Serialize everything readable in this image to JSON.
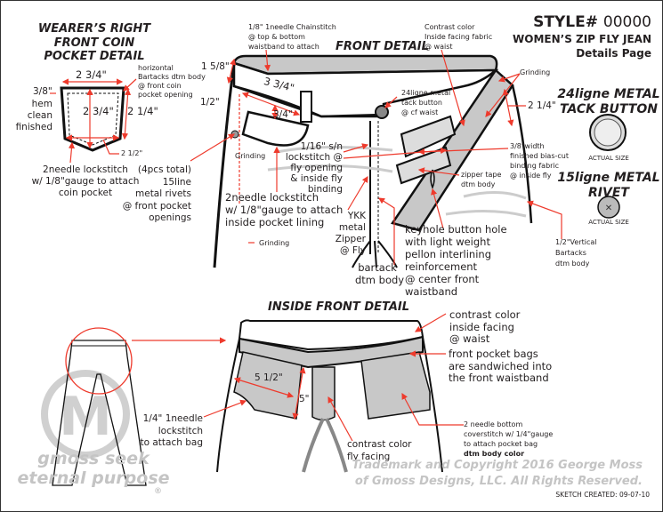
{
  "header": {
    "style_label": "STYLE#",
    "style_number": "00000",
    "product": "WOMEN’S ZIP FLY JEAN",
    "page": "Details Page"
  },
  "coin_pocket": {
    "title": [
      "WEARER’S RIGHT",
      "FRONT COIN",
      "POCKET DETAIL"
    ],
    "dim_top": "2 3/4\"",
    "dim_center": "2 3/4\"",
    "dim_side": "2 1/4\"",
    "dim_bottom": "2 1/2\"",
    "dim_hem": "3/8\"",
    "hem_note": [
      "hem",
      "clean",
      "finished"
    ],
    "bartack_note": [
      "horizontal",
      "Bartacks dtm body",
      "@ front coin",
      "pocket opening"
    ],
    "stitch_note": [
      "2needle lockstitch",
      "w/ 1/8\"gauge to attach",
      "coin pocket"
    ]
  },
  "front_detail": {
    "title": "FRONT DETAIL",
    "chainstitch_note": [
      "1/8\" 1needle Chainstitch",
      "@ top & bottom",
      "waistband to attach"
    ],
    "contrast_note": [
      "Contrast color",
      "Inside facing fabric",
      "@ waist"
    ],
    "dim_waistband": "1 5/8\"",
    "dim_half": "1/2\"",
    "dim_pocket_opening": "3 3/4\"",
    "dim_three_quarter": "3/4\"",
    "tack_button_note": [
      "24ligne metal",
      "tack button",
      "@ cf waist"
    ],
    "grinding_labels": [
      "Grinding",
      "Grinding",
      "Grinding"
    ],
    "dim_fly": "2 1/4\"",
    "binding_note": [
      "3/8\"width",
      "finished bias-cut",
      " binding fabric",
      "@ inside fly"
    ],
    "zipper_tape_note": [
      "zipper tape",
      "dtm body"
    ],
    "vertical_bartack_note": [
      "1/2\"Vertical",
      "Bartacks",
      "dtm body"
    ],
    "keyhole_note": [
      "keyhole button hole",
      "with light weight",
      "pellon interlining",
      "reinforcement",
      "@ center front",
      "waistband"
    ],
    "bartack_note": [
      "bartack",
      "dtm body"
    ],
    "zipper_note": [
      "YKK",
      "metal",
      "Zipper",
      "@ Fly"
    ],
    "lockstitch_note": [
      "1/16\" s/n",
      "lockstitch @",
      "fly opening",
      "& inside fly",
      "binding"
    ],
    "pocket_lining_note": [
      "2needle lockstitch",
      "w/ 1/8\"gauge to attach",
      "inside pocket lining"
    ],
    "rivets_note": [
      "(4pcs total)",
      "15line",
      "metal rivets",
      "@ front pocket",
      "openings"
    ]
  },
  "hardware": {
    "button_title": [
      "24ligne METAL",
      "TACK BUTTON"
    ],
    "button_size": "ACTUAL SIZE",
    "rivet_title": [
      "15ligne METAL",
      "RIVET"
    ],
    "rivet_size": "ACTUAL SIZE"
  },
  "inside_detail": {
    "title": "INSIDE FRONT DETAIL",
    "facing_note": [
      "contrast color",
      "inside facing",
      "@ waist"
    ],
    "pocket_bags_note": [
      "front pocket bags",
      "are sandwiched into",
      "the front waistband"
    ],
    "coverstitch_note": [
      "2 needle bottom",
      "coverstitch w/ 1/4\"gauge",
      "to attach pocket bag"
    ],
    "coverstitch_bold": "dtm body color",
    "dim_width": "5 1/2\"",
    "dim_height": "5\"",
    "bag_note": [
      "1/4\" 1needle",
      "lockstitch",
      "to attach bag"
    ],
    "fly_facing_note": [
      "contrast color",
      "fly facing"
    ]
  },
  "footer": {
    "copyright": [
      "Trademark and Copyright 2016 George Moss",
      "of Gmoss Designs, LLC. All Rights Reserved."
    ],
    "sketch_created": "SKETCH CREATED: 09-07-10",
    "logo_text": [
      "gmoss seek",
      "eternal purpose"
    ],
    "logo_mark": "®"
  },
  "colors": {
    "annotation": "#ee3a2c",
    "fabric_gray": "#c8c8c8",
    "watermark": "#c4c4c4"
  }
}
